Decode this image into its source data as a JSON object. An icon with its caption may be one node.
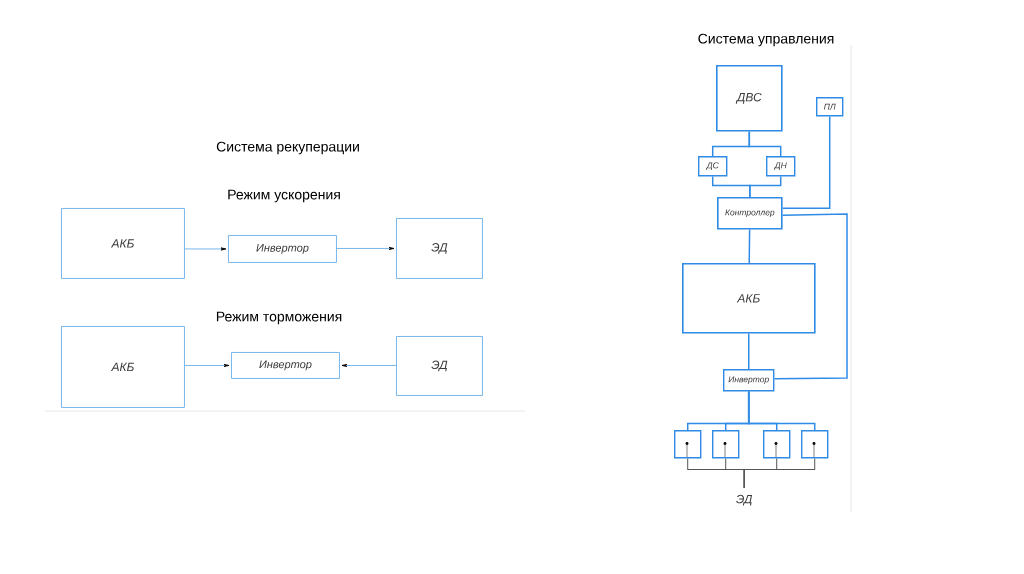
{
  "diagram": {
    "nodes": [
      {
        "text": [
          "АКБ"
        ]
      },
      {
        "text": [
          "Инвертор"
        ]
      },
      {
        "text": [
          "ЭД"
        ]
      },
      {
        "text": [
          "АКБ"
        ]
      },
      {
        "text": [
          "Инвертор"
        ]
      },
      {
        "text": [
          "ЭД"
        ]
      },
      {
        "text": [
          "ДВС"
        ]
      },
      {
        "text": [
          "ПЛ"
        ]
      },
      {
        "text": [
          "ДС"
        ]
      },
      {
        "text": [
          "ДН"
        ]
      },
      {
        "text": [
          "Контроллер"
        ]
      },
      {
        "text": [
          "АКБ"
        ]
      },
      {
        "text": [
          "Инвертор"
        ]
      },
      {
        "text": [],
        "shape": "box"
      },
      {
        "text": [],
        "shape": "box"
      },
      {
        "text": [],
        "shape": "box"
      },
      {
        "text": [],
        "shape": "box"
      },
      {
        "text": [
          "ЭД"
        ]
      }
    ],
    "edges": [
      {
        "from": 0,
        "to": 1,
        "arrow": "to"
      },
      {
        "from": 1,
        "to": 2,
        "arrow": "to"
      },
      {
        "from": 3,
        "to": 4,
        "arrow": "to"
      },
      {
        "from": 5,
        "to": 4,
        "arrow": "to"
      },
      {
        "from": 6,
        "to": 8,
        "arrow": "none"
      },
      {
        "from": 6,
        "to": 9,
        "arrow": "none"
      },
      {
        "from": 8,
        "to": 10,
        "arrow": "none"
      },
      {
        "from": 9,
        "to": 10,
        "arrow": "none"
      },
      {
        "from": 7,
        "to": 10,
        "arrow": "none"
      },
      {
        "from": 10,
        "to": 11,
        "arrow": "none"
      },
      {
        "from": 10,
        "to": 12,
        "arrow": "none"
      },
      {
        "from": 11,
        "to": 12,
        "arrow": "none"
      },
      {
        "from": 12,
        "to": 13,
        "arrow": "none"
      },
      {
        "from": 12,
        "to": 14,
        "arrow": "none"
      },
      {
        "from": 12,
        "to": 15,
        "arrow": "none"
      },
      {
        "from": 12,
        "to": 16,
        "arrow": "none"
      },
      {
        "from": 13,
        "to": 17,
        "arrow": "none",
        "color": "#555555"
      },
      {
        "from": 14,
        "to": 17,
        "arrow": "none",
        "color": "#555555"
      },
      {
        "from": 15,
        "to": 17,
        "arrow": "none",
        "color": "#555555"
      },
      {
        "from": 16,
        "to": 17,
        "arrow": "none",
        "color": "#555555"
      }
    ],
    "labels": [
      "Система рекуперации",
      "Режим ускорения",
      "Режим торможения",
      "Система управления"
    ]
  }
}
